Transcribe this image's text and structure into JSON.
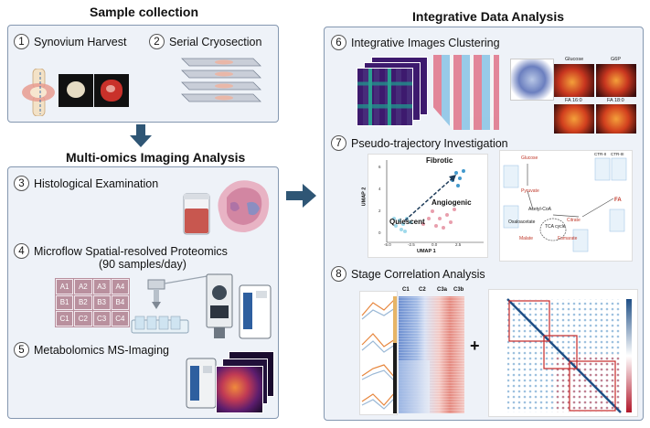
{
  "left": {
    "sample_collection": {
      "title": "Sample collection",
      "steps": [
        {
          "num": "1",
          "label": "Synovium Harvest"
        },
        {
          "num": "2",
          "label": "Serial Cryosection"
        }
      ]
    },
    "multi_omics": {
      "title": "Multi-omics Imaging Analysis",
      "steps": [
        {
          "num": "3",
          "label": "Histological Examination"
        },
        {
          "num": "4",
          "label": "Microflow Spatial-resolved Proteomics"
        },
        {
          "num": "5",
          "label": "Metabolomics MS-Imaging"
        }
      ],
      "proteomics_note": "(90 samples/day)",
      "well_labels": [
        "A1",
        "A2",
        "A3",
        "A4",
        "B1",
        "B2",
        "B3",
        "B4",
        "C1",
        "C2",
        "C3",
        "C4"
      ]
    }
  },
  "right": {
    "title": "Integrative Data Analysis",
    "steps": [
      {
        "num": "6",
        "label": "Integrative Images Clustering"
      },
      {
        "num": "7",
        "label": "Pseudo-trajectory Investigation"
      },
      {
        "num": "8",
        "label": "Stage Correlation Analysis"
      }
    ],
    "umap": {
      "xlabel": "UMAP 1",
      "ylabel": "UMAP 2",
      "labels": {
        "fibrotic": "Fibrotic",
        "angiogenic": "Angiogenic",
        "quiescent": "Quiescent"
      },
      "xticks": [
        "-5.0",
        "-2.5",
        "0.0",
        "2.5"
      ],
      "yticks": [
        "6",
        "4",
        "2",
        "0"
      ]
    },
    "metabolite_maps": {
      "labels": [
        "Glucose",
        "G6P",
        "FA 16:0",
        "FA 18:0"
      ]
    },
    "pathway": {
      "nodes": [
        "Glucose",
        "Pyruvate",
        "Acetyl-CoA",
        "TCA cycle",
        "Citrate",
        "Oxaloacetate",
        "Malate",
        "Fumarate",
        "FA"
      ],
      "box_labels": [
        "CTR-II",
        "CTR-III"
      ]
    },
    "heatmap": {
      "columns": [
        "C1",
        "C2",
        "C3a",
        "C3b"
      ]
    },
    "plus_sign": "+"
  },
  "colors": {
    "panel_bg": "#eef2f8",
    "panel_border": "#8497b0",
    "arrow": "#2f5675",
    "heat_purple": "#3d1a6e",
    "heat_blue": "#2b7bb9",
    "heat_red": "#c62828",
    "map_inferno": "#e8561b"
  }
}
